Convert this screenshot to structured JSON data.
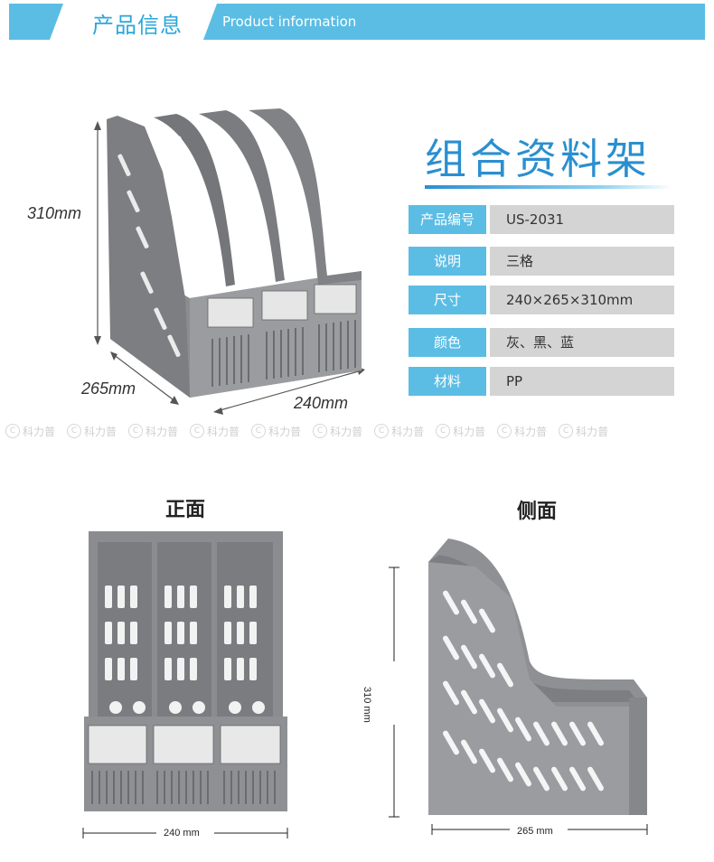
{
  "header": {
    "title_cn": "产品信息",
    "title_en": "Product information"
  },
  "product": {
    "name": "组合资料架",
    "dimensions_main": {
      "height": "310mm",
      "depth": "265mm",
      "width": "240mm"
    }
  },
  "specs": [
    {
      "key": "产品编号",
      "value": "US-2031"
    },
    {
      "key": "说明",
      "value": "三格"
    },
    {
      "key": "尺寸",
      "value": "240×265×310mm"
    },
    {
      "key": "颜色",
      "value": "灰、黑、蓝"
    },
    {
      "key": "材料",
      "value": "PP"
    }
  ],
  "watermark": {
    "text": "科力普",
    "count": 10
  },
  "views": {
    "front": {
      "label": "正面",
      "width_dim": "240 mm"
    },
    "side": {
      "label": "侧面",
      "height_dim": "310 mm",
      "depth_dim": "265 mm"
    }
  },
  "colors": {
    "accent": "#5bbde4",
    "title_blue": "#2a8fd0",
    "product_gray": "#8a8c90"
  }
}
